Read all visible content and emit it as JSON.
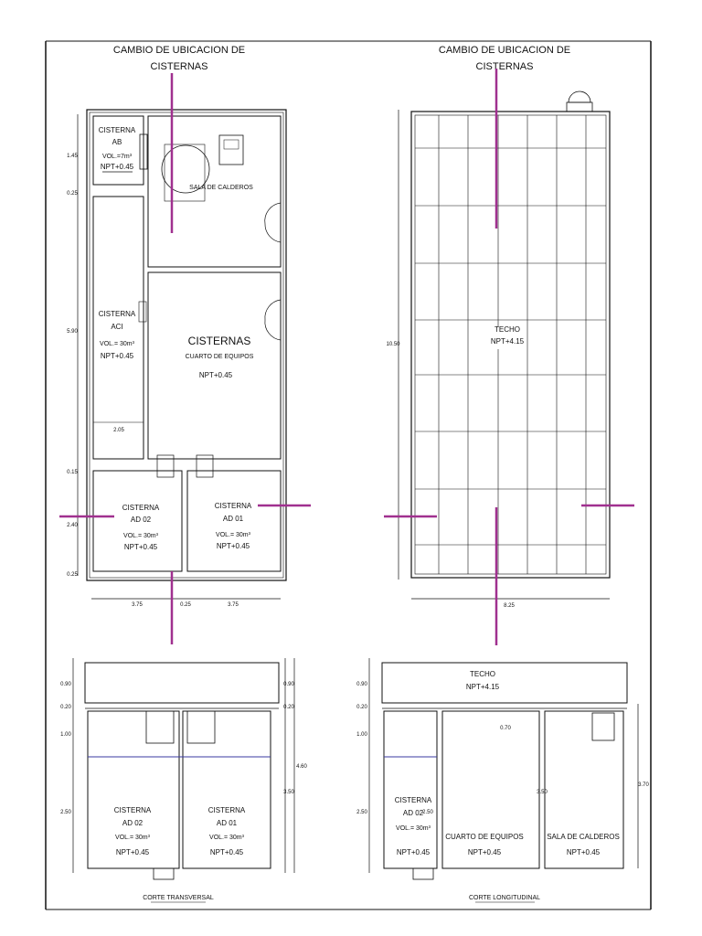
{
  "plan_left": {
    "title_1": "CAMBIO DE UBICACION DE",
    "title_2": "CISTERNAS",
    "cist_ab": {
      "name": "CISTERNA",
      "code": "AB",
      "vol": "VOL.=7m³",
      "npt": "NPT+0.45"
    },
    "sala_calderos": "SALA DE CALDEROS",
    "cist_aci": {
      "name": "CISTERNA",
      "code": "ACI",
      "vol": "VOL.= 30m³",
      "npt": "NPT+0.45"
    },
    "main_room": "CISTERNAS",
    "main_room_sub": "CUARTO DE EQUIPOS",
    "main_npt": "NPT+0.45",
    "cist_ad02": {
      "name": "CISTERNA",
      "code": "AD 02",
      "vol": "VOL.= 30m³",
      "npt": "NPT+0.45"
    },
    "cist_ad01": {
      "name": "CISTERNA",
      "code": "AD 01",
      "vol": "VOL.= 30m³",
      "npt": "NPT+0.45"
    },
    "dims_v": [
      "1.45",
      "0.25",
      "5.90",
      "0.15",
      "2.40",
      "0.25"
    ],
    "dim_inner": "2.05",
    "dims_h": [
      "3.75",
      "0.25",
      "3.75"
    ]
  },
  "plan_right": {
    "title_1": "CAMBIO DE UBICACION DE",
    "title_2": "CISTERNAS",
    "techo": "TECHO",
    "techo_npt": "NPT+4.15",
    "dim_v": "10.50",
    "dim_h": "8.25"
  },
  "section_left": {
    "dims_left": [
      "0.90",
      "0.20",
      "1.00",
      "2.50"
    ],
    "dims_right": [
      "0.90",
      "0.20",
      "4.60",
      "3.50"
    ],
    "cist_ad02": {
      "name": "CISTERNA",
      "code": "AD 02",
      "vol": "VOL.= 30m³",
      "npt": "NPT+0.45"
    },
    "cist_ad01": {
      "name": "CISTERNA",
      "code": "AD 01",
      "vol": "VOL.= 30m³",
      "npt": "NPT+0.45"
    },
    "caption": "CORTE TRANSVERSAL"
  },
  "section_right": {
    "techo": "TECHO",
    "techo_npt": "NPT+4.15",
    "dims_left": [
      "0.90",
      "0.20",
      "1.00",
      "2.50"
    ],
    "dim_mid_top": "0.70",
    "dim_mid": "3.50",
    "dim_right": "3.70",
    "dim_small": "2.50",
    "cist_ad02": {
      "name": "CISTERNA",
      "code": "AD 02",
      "vol": "VOL.= 30m³",
      "npt": "NPT+0.45"
    },
    "cuarto_equipos": "CUARTO DE EQUIPOS",
    "cuarto_npt": "NPT+0.45",
    "sala_calderos": "SALA DE CALDEROS",
    "sala_npt": "NPT+0.45",
    "caption": "CORTE LONGITUDINAL"
  },
  "colors": {
    "cut_line": "#a0308f",
    "water_line": "#3a3aa0",
    "ink": "#111111"
  }
}
